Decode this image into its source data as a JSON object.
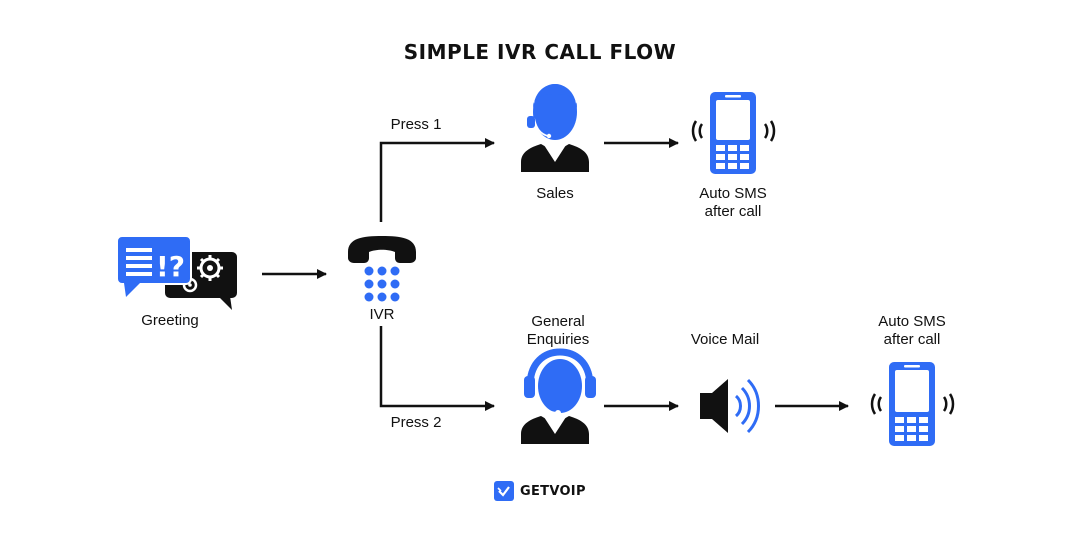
{
  "title": "SIMPLE IVR CALL FLOW",
  "colors": {
    "accent": "#2f6cf5",
    "ink": "#111111"
  },
  "nodes": {
    "greeting": {
      "label": "Greeting",
      "icon": "speech-bubbles-icon"
    },
    "ivr": {
      "label": "IVR",
      "icon": "ivr-phone-icon"
    },
    "sales": {
      "label": "Sales",
      "icon": "agent-icon"
    },
    "sms_top": {
      "label_1": "Auto SMS",
      "label_2": "after call",
      "icon": "mobile-phone-icon"
    },
    "general": {
      "label_1": "General",
      "label_2": "Enquiries",
      "icon": "headset-agent-icon"
    },
    "voicemail": {
      "label": "Voice Mail",
      "icon": "speaker-icon"
    },
    "sms_bottom": {
      "label_1": "Auto SMS",
      "label_2": "after call",
      "icon": "mobile-phone-icon"
    }
  },
  "edges": {
    "press1": "Press 1",
    "press2": "Press 2"
  },
  "brand": {
    "name": "GETVOIP",
    "icon": "check-badge-icon"
  }
}
